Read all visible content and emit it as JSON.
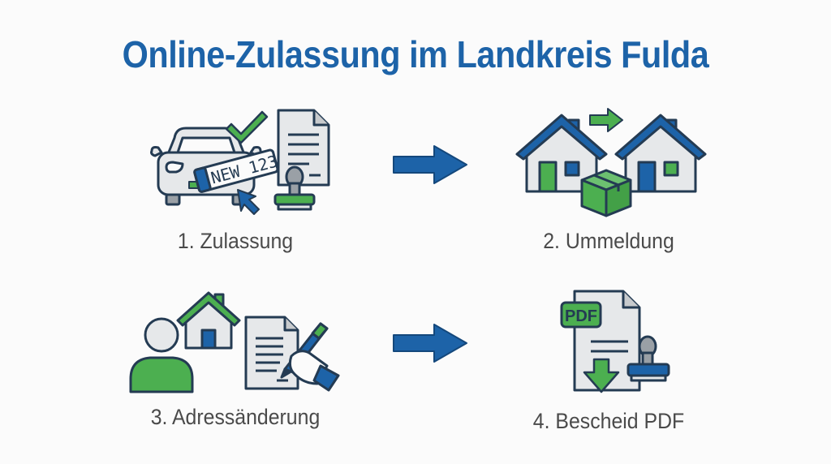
{
  "header": {
    "title": "Online-Zulassung im Landkreis Fulda"
  },
  "colors": {
    "primary_blue": "#1d63a8",
    "accent_green": "#4caf50",
    "outline": "#243b53",
    "fill_light": "#e6e8ea",
    "label_text": "#4a4a4a",
    "background": "#fbfbfb"
  },
  "steps": [
    {
      "number": "1",
      "label": "1. Zulassung",
      "icons": [
        "car-icon",
        "license-plate-icon",
        "checkmark-icon",
        "document-icon",
        "stamp-icon",
        "cursor-icon"
      ],
      "plate_text": "NEW 123"
    },
    {
      "number": "2",
      "label": "2. Ummeldung",
      "icons": [
        "house-icon",
        "house-icon",
        "box-icon",
        "arrow-right-icon"
      ]
    },
    {
      "number": "3",
      "label": "3. Adressänderung",
      "icons": [
        "person-icon",
        "house-icon",
        "document-icon",
        "hand-pen-icon"
      ]
    },
    {
      "number": "4",
      "label": "4. Bescheid PDF",
      "icons": [
        "pdf-document-icon",
        "download-arrow-icon",
        "stamp-icon"
      ],
      "pdf_badge": "PDF"
    }
  ],
  "connectors": [
    {
      "from": "1",
      "to": "2",
      "icon": "arrow-right-icon"
    },
    {
      "from": "3",
      "to": "4",
      "icon": "arrow-right-icon"
    }
  ]
}
